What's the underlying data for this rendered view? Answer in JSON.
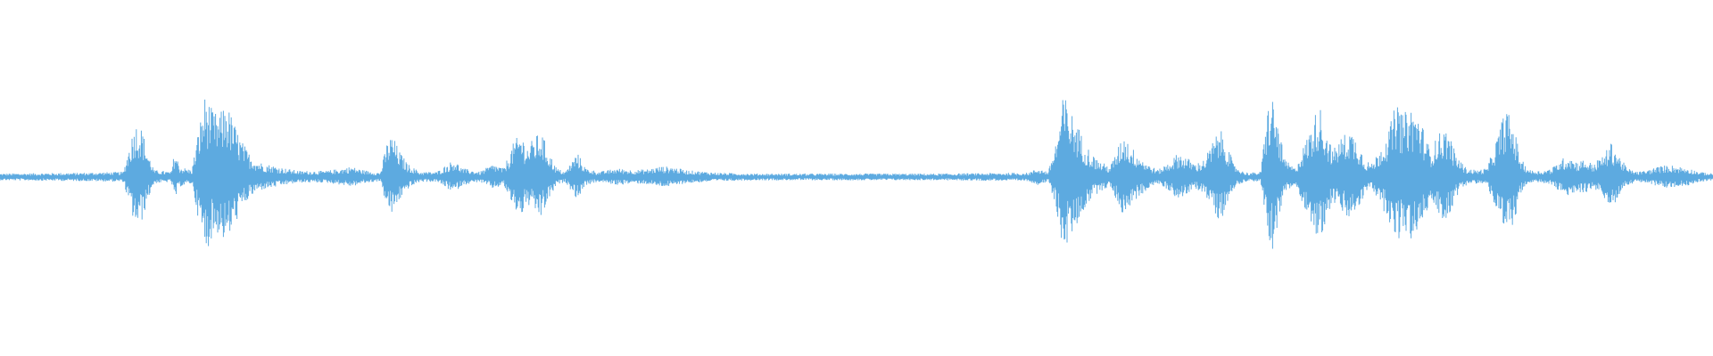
{
  "waveform": {
    "color": "#5DAAE0",
    "background": "#ffffff",
    "envelope": [
      [
        0.0,
        0.04
      ],
      [
        0.05,
        0.05
      ],
      [
        0.072,
        0.06
      ],
      [
        0.076,
        0.4
      ],
      [
        0.079,
        0.62
      ],
      [
        0.083,
        0.55
      ],
      [
        0.086,
        0.3
      ],
      [
        0.09,
        0.08
      ],
      [
        0.1,
        0.06
      ],
      [
        0.102,
        0.3
      ],
      [
        0.105,
        0.12
      ],
      [
        0.112,
        0.08
      ],
      [
        0.116,
        0.55
      ],
      [
        0.12,
        0.95
      ],
      [
        0.124,
        0.75
      ],
      [
        0.128,
        0.7
      ],
      [
        0.132,
        0.85
      ],
      [
        0.136,
        0.65
      ],
      [
        0.14,
        0.45
      ],
      [
        0.145,
        0.28
      ],
      [
        0.15,
        0.18
      ],
      [
        0.155,
        0.15
      ],
      [
        0.16,
        0.13
      ],
      [
        0.166,
        0.1
      ],
      [
        0.175,
        0.07
      ],
      [
        0.19,
        0.07
      ],
      [
        0.2,
        0.1
      ],
      [
        0.205,
        0.12
      ],
      [
        0.212,
        0.08
      ],
      [
        0.222,
        0.05
      ],
      [
        0.226,
        0.4
      ],
      [
        0.229,
        0.48
      ],
      [
        0.233,
        0.3
      ],
      [
        0.238,
        0.15
      ],
      [
        0.245,
        0.06
      ],
      [
        0.255,
        0.06
      ],
      [
        0.265,
        0.2
      ],
      [
        0.27,
        0.1
      ],
      [
        0.28,
        0.06
      ],
      [
        0.288,
        0.15
      ],
      [
        0.294,
        0.1
      ],
      [
        0.3,
        0.4
      ],
      [
        0.304,
        0.5
      ],
      [
        0.308,
        0.35
      ],
      [
        0.312,
        0.45
      ],
      [
        0.316,
        0.52
      ],
      [
        0.32,
        0.3
      ],
      [
        0.325,
        0.1
      ],
      [
        0.33,
        0.06
      ],
      [
        0.337,
        0.28
      ],
      [
        0.342,
        0.1
      ],
      [
        0.35,
        0.06
      ],
      [
        0.355,
        0.08
      ],
      [
        0.36,
        0.1
      ],
      [
        0.37,
        0.08
      ],
      [
        0.378,
        0.09
      ],
      [
        0.385,
        0.12
      ],
      [
        0.392,
        0.12
      ],
      [
        0.4,
        0.08
      ],
      [
        0.42,
        0.05
      ],
      [
        0.44,
        0.04
      ],
      [
        0.5,
        0.04
      ],
      [
        0.55,
        0.04
      ],
      [
        0.6,
        0.05
      ],
      [
        0.606,
        0.1
      ],
      [
        0.612,
        0.06
      ],
      [
        0.617,
        0.45
      ],
      [
        0.621,
        0.95
      ],
      [
        0.625,
        0.75
      ],
      [
        0.629,
        0.6
      ],
      [
        0.633,
        0.4
      ],
      [
        0.638,
        0.25
      ],
      [
        0.642,
        0.18
      ],
      [
        0.648,
        0.12
      ],
      [
        0.652,
        0.3
      ],
      [
        0.656,
        0.5
      ],
      [
        0.66,
        0.35
      ],
      [
        0.665,
        0.25
      ],
      [
        0.67,
        0.15
      ],
      [
        0.676,
        0.08
      ],
      [
        0.683,
        0.18
      ],
      [
        0.688,
        0.28
      ],
      [
        0.693,
        0.22
      ],
      [
        0.698,
        0.15
      ],
      [
        0.703,
        0.2
      ],
      [
        0.708,
        0.4
      ],
      [
        0.712,
        0.55
      ],
      [
        0.716,
        0.4
      ],
      [
        0.72,
        0.15
      ],
      [
        0.726,
        0.06
      ],
      [
        0.73,
        0.05
      ],
      [
        0.736,
        0.06
      ],
      [
        0.74,
        0.8
      ],
      [
        0.743,
        0.9
      ],
      [
        0.746,
        0.6
      ],
      [
        0.75,
        0.2
      ],
      [
        0.756,
        0.1
      ],
      [
        0.762,
        0.4
      ],
      [
        0.766,
        0.6
      ],
      [
        0.77,
        0.85
      ],
      [
        0.774,
        0.55
      ],
      [
        0.778,
        0.3
      ],
      [
        0.783,
        0.45
      ],
      [
        0.788,
        0.55
      ],
      [
        0.793,
        0.4
      ],
      [
        0.797,
        0.2
      ],
      [
        0.801,
        0.15
      ],
      [
        0.806,
        0.35
      ],
      [
        0.811,
        0.55
      ],
      [
        0.815,
        0.85
      ],
      [
        0.819,
        0.7
      ],
      [
        0.823,
        0.8
      ],
      [
        0.827,
        0.75
      ],
      [
        0.831,
        0.55
      ],
      [
        0.835,
        0.3
      ],
      [
        0.84,
        0.5
      ],
      [
        0.845,
        0.55
      ],
      [
        0.85,
        0.25
      ],
      [
        0.856,
        0.1
      ],
      [
        0.862,
        0.08
      ],
      [
        0.868,
        0.1
      ],
      [
        0.874,
        0.45
      ],
      [
        0.879,
        0.8
      ],
      [
        0.884,
        0.55
      ],
      [
        0.888,
        0.2
      ],
      [
        0.893,
        0.08
      ],
      [
        0.9,
        0.07
      ],
      [
        0.906,
        0.1
      ],
      [
        0.911,
        0.2
      ],
      [
        0.916,
        0.25
      ],
      [
        0.92,
        0.18
      ],
      [
        0.925,
        0.2
      ],
      [
        0.93,
        0.15
      ],
      [
        0.936,
        0.25
      ],
      [
        0.941,
        0.4
      ],
      [
        0.945,
        0.25
      ],
      [
        0.95,
        0.1
      ],
      [
        0.956,
        0.06
      ],
      [
        0.962,
        0.08
      ],
      [
        0.968,
        0.12
      ],
      [
        0.974,
        0.14
      ],
      [
        0.98,
        0.12
      ],
      [
        0.986,
        0.1
      ],
      [
        0.992,
        0.06
      ],
      [
        1.0,
        0.04
      ]
    ]
  }
}
